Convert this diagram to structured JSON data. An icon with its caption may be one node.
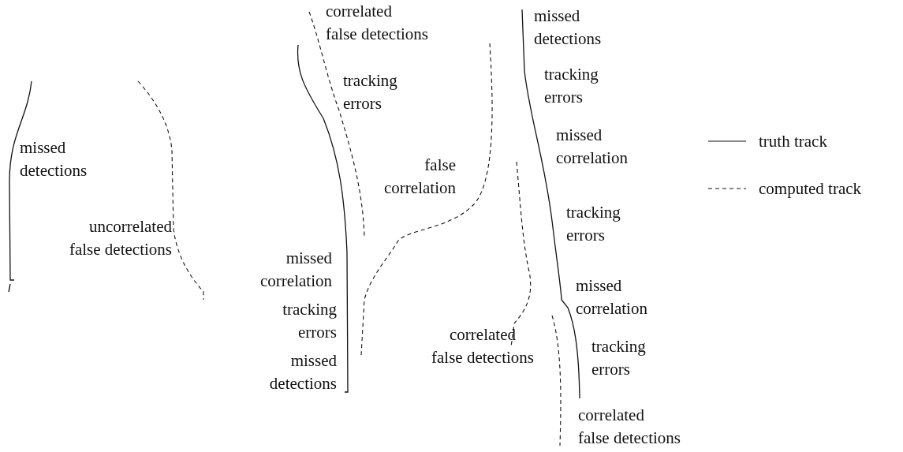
{
  "diagram": {
    "labels": [
      "correlated false detections",
      "missed detections",
      "tracking errors",
      "tracking errors",
      "missed detections",
      "false correlation",
      "missed correlation",
      "uncorrelated false detections",
      "tracking errors",
      "missed correlation",
      "missed correlation",
      "tracking errors",
      "missed detections",
      "correlated false detections",
      "tracking errors",
      "correlated false detections"
    ],
    "legend": [
      {
        "text": "truth track"
      },
      {
        "text": "computed track"
      }
    ]
  }
}
